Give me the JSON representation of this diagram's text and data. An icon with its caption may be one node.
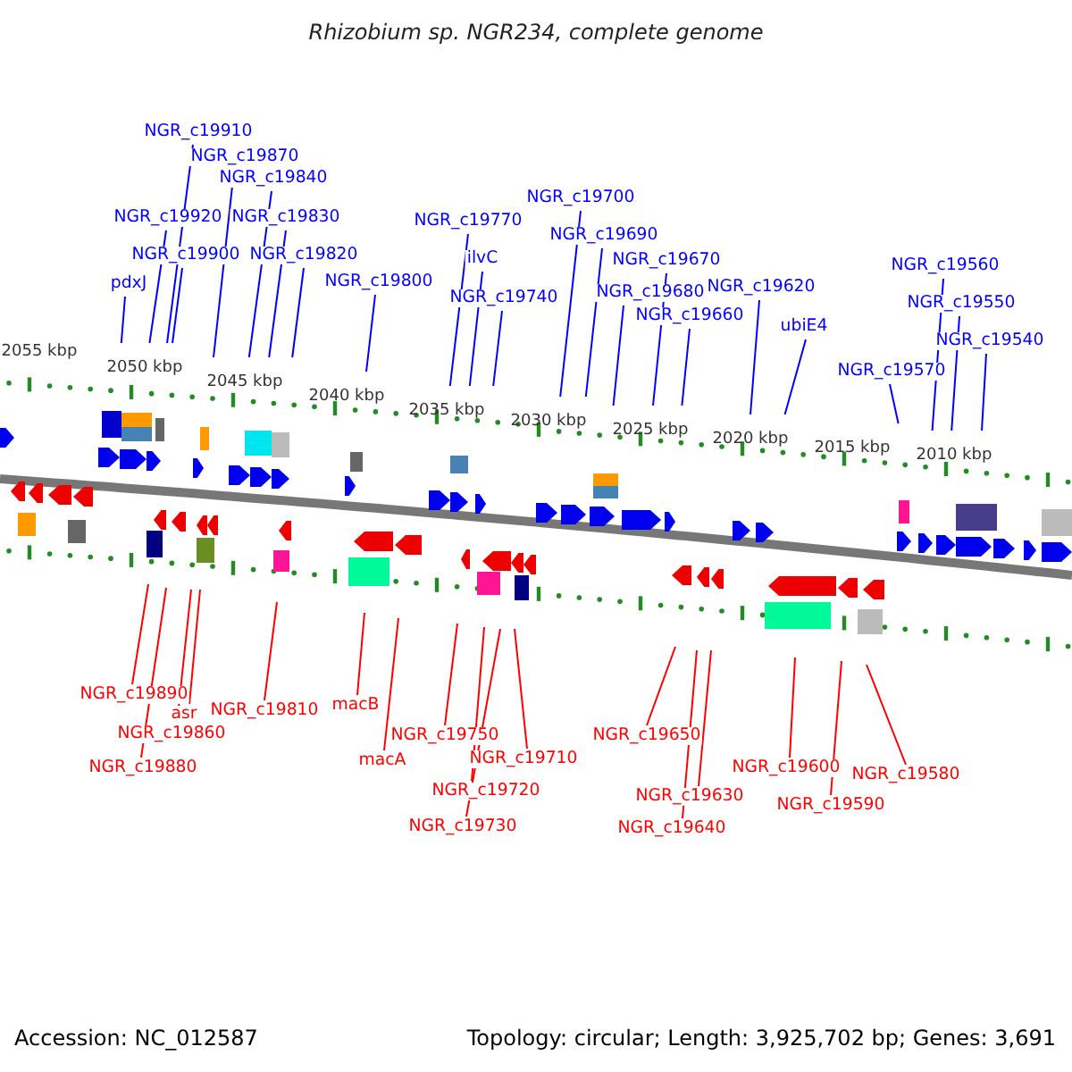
{
  "diagram": {
    "title": "Rhizobium sp. NGR234, complete genome",
    "nodes": [
      {
        "text": [
          "NGR_c19910"
        ]
      },
      {
        "text": [
          "NGR_c19870"
        ]
      },
      {
        "text": [
          "NGR_c19840"
        ]
      },
      {
        "text": [
          "NGR_c19920"
        ]
      },
      {
        "text": [
          "NGR_c19830"
        ]
      },
      {
        "text": [
          "NGR_c19900"
        ]
      },
      {
        "text": [
          "NGR_c19820"
        ]
      },
      {
        "text": [
          "pdxJ"
        ]
      },
      {
        "text": [
          "NGR_c19800"
        ]
      },
      {
        "text": [
          "NGR_c19700"
        ]
      },
      {
        "text": [
          "NGR_c19770"
        ]
      },
      {
        "text": [
          "NGR_c19690"
        ]
      },
      {
        "text": [
          "ilvC"
        ]
      },
      {
        "text": [
          "NGR_c19670"
        ]
      },
      {
        "text": [
          "NGR_c19560"
        ]
      },
      {
        "text": [
          "NGR_c19680"
        ]
      },
      {
        "text": [
          "NGR_c19620"
        ]
      },
      {
        "text": [
          "NGR_c19740"
        ]
      },
      {
        "text": [
          "NGR_c19550"
        ]
      },
      {
        "text": [
          "NGR_c19660"
        ]
      },
      {
        "text": [
          "ubiE4"
        ]
      },
      {
        "text": [
          "NGR_c19540"
        ]
      },
      {
        "text": [
          "NGR_c19570"
        ]
      },
      {
        "text": [
          "NGR_c19890"
        ]
      },
      {
        "text": [
          "NGR_c19810"
        ]
      },
      {
        "text": [
          "macB"
        ]
      },
      {
        "text": [
          "asr"
        ]
      },
      {
        "text": [
          "NGR_c19860"
        ]
      },
      {
        "text": [
          "NGR_c19880"
        ]
      },
      {
        "text": [
          "NGR_c19750"
        ]
      },
      {
        "text": [
          "NGR_c19650"
        ]
      },
      {
        "text": [
          "macA"
        ]
      },
      {
        "text": [
          "NGR_c19710"
        ]
      },
      {
        "text": [
          "NGR_c19600"
        ]
      },
      {
        "text": [
          "NGR_c19580"
        ]
      },
      {
        "text": [
          "NGR_c19720"
        ]
      },
      {
        "text": [
          "NGR_c19630"
        ]
      },
      {
        "text": [
          "NGR_c19590"
        ]
      },
      {
        "text": [
          "NGR_c19730"
        ]
      },
      {
        "text": [
          "NGR_c19640"
        ]
      }
    ],
    "edges": [
      {
        "from": 0,
        "to": null,
        "arrow": "none"
      },
      {
        "from": 1,
        "to": null,
        "arrow": "none"
      },
      {
        "from": 2,
        "to": null,
        "arrow": "none"
      },
      {
        "from": 3,
        "to": null,
        "arrow": "none"
      },
      {
        "from": 4,
        "to": null,
        "arrow": "none"
      },
      {
        "from": 5,
        "to": null,
        "arrow": "none"
      },
      {
        "from": 6,
        "to": null,
        "arrow": "none"
      },
      {
        "from": 7,
        "to": null,
        "arrow": "none"
      },
      {
        "from": 8,
        "to": null,
        "arrow": "none"
      },
      {
        "from": 9,
        "to": null,
        "arrow": "none"
      },
      {
        "from": 10,
        "to": null,
        "arrow": "none"
      },
      {
        "from": 11,
        "to": null,
        "arrow": "none"
      },
      {
        "from": 12,
        "to": null,
        "arrow": "none"
      },
      {
        "from": 13,
        "to": null,
        "arrow": "none"
      },
      {
        "from": 14,
        "to": null,
        "arrow": "none"
      },
      {
        "from": 15,
        "to": null,
        "arrow": "none"
      },
      {
        "from": 16,
        "to": null,
        "arrow": "none"
      },
      {
        "from": 17,
        "to": null,
        "arrow": "none"
      },
      {
        "from": 18,
        "to": null,
        "arrow": "none"
      },
      {
        "from": 19,
        "to": null,
        "arrow": "none"
      },
      {
        "from": 20,
        "to": null,
        "arrow": "none"
      },
      {
        "from": 21,
        "to": null,
        "arrow": "none"
      },
      {
        "from": 22,
        "to": null,
        "arrow": "none"
      },
      {
        "from": 23,
        "to": null,
        "arrow": "none",
        "color": "#ff0000"
      },
      {
        "from": 24,
        "to": null,
        "arrow": "none",
        "color": "#ff0000"
      },
      {
        "from": 25,
        "to": null,
        "arrow": "none",
        "color": "#ff0000"
      },
      {
        "from": 26,
        "to": null,
        "arrow": "none",
        "color": "#ff0000"
      },
      {
        "from": 27,
        "to": null,
        "arrow": "none",
        "color": "#ff0000"
      },
      {
        "from": 28,
        "to": null,
        "arrow": "none",
        "color": "#ff0000"
      },
      {
        "from": 29,
        "to": null,
        "arrow": "none",
        "color": "#ff0000"
      },
      {
        "from": 30,
        "to": null,
        "arrow": "none",
        "color": "#ff0000"
      },
      {
        "from": 31,
        "to": null,
        "arrow": "none",
        "color": "#ff0000"
      },
      {
        "from": 32,
        "to": null,
        "arrow": "none",
        "color": "#ff0000"
      },
      {
        "from": 33,
        "to": null,
        "arrow": "none",
        "color": "#ff0000"
      },
      {
        "from": 34,
        "to": null,
        "arrow": "none",
        "color": "#ff0000"
      },
      {
        "from": 35,
        "to": null,
        "arrow": "none",
        "color": "#ff0000"
      },
      {
        "from": 36,
        "to": null,
        "arrow": "none",
        "color": "#ff0000"
      },
      {
        "from": 37,
        "to": null,
        "arrow": "none",
        "color": "#ff0000"
      },
      {
        "from": 38,
        "to": null,
        "arrow": "none",
        "color": "#ff0000"
      },
      {
        "from": 39,
        "to": null,
        "arrow": "none",
        "color": "#ff0000"
      }
    ],
    "labels": [
      "2055 kbp",
      "2050 kbp",
      "2045 kbp",
      "2040 kbp",
      "2035 kbp",
      "2030 kbp",
      "2025 kbp",
      "2020 kbp",
      "2015 kbp",
      "2010 kbp",
      "Accession: NC_012587",
      "Topology: circular; Length: 3,925,702 bp; Genes: 3,691"
    ]
  }
}
